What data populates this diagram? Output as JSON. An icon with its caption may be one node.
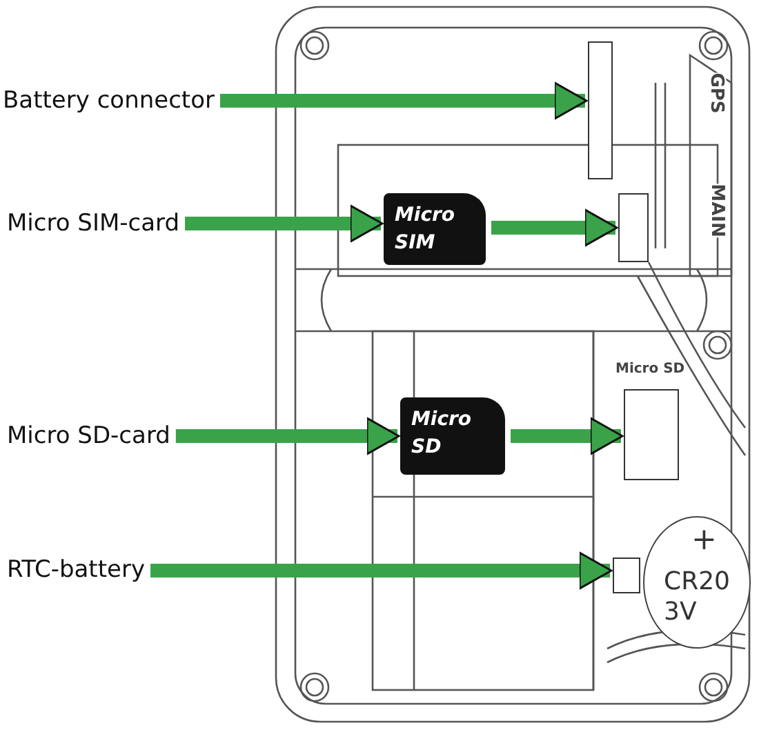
{
  "diagram": {
    "nodes": [
      {
        "text": [
          "Battery connector"
        ]
      },
      {
        "text": [],
        "shape": "box"
      },
      {
        "text": [
          "Micro SIM-card"
        ]
      },
      {
        "text": [
          "Micro SIM"
        ]
      },
      {
        "text": [],
        "shape": "box"
      },
      {
        "text": [
          "Micro SD-card"
        ]
      },
      {
        "text": [
          "Micro SD"
        ]
      },
      {
        "text": [],
        "shape": "box"
      },
      {
        "text": [
          "RTC-battery"
        ]
      },
      {
        "text": [],
        "shape": "box"
      },
      {
        "text": [
          "+",
          "CR20 3V"
        ]
      }
    ],
    "edges": [
      {
        "from": 0,
        "to": 1,
        "arrow": "to"
      },
      {
        "from": 2,
        "to": 3,
        "arrow": "to"
      },
      {
        "from": 3,
        "to": 4,
        "arrow": "to"
      },
      {
        "from": 5,
        "to": 6,
        "arrow": "to"
      },
      {
        "from": 6,
        "to": 7,
        "arrow": "to"
      },
      {
        "from": 8,
        "to": 9,
        "arrow": "to"
      }
    ],
    "labels": [
      "GPS",
      "MAIN",
      "Micro SD"
    ]
  }
}
